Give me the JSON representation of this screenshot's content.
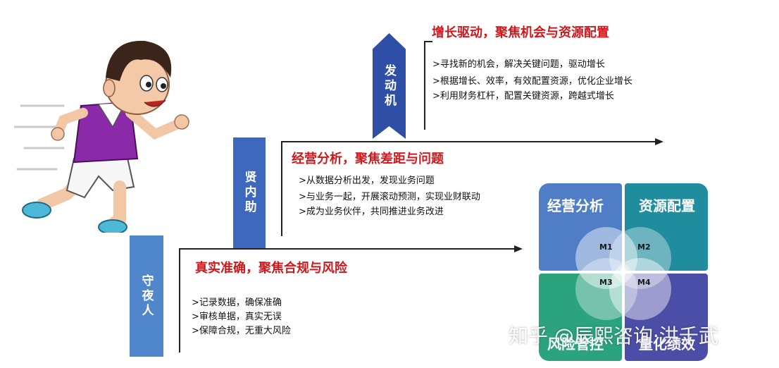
{
  "stages": {
    "night_watch": {
      "label": "守夜人",
      "heading": "真实准确，聚焦合规与风险",
      "bullets": [
        ">记录数据，确保准确",
        ">审核单据，真实无误",
        ">保障合规，无重大风险"
      ]
    },
    "assistant": {
      "label": "贤内助",
      "heading": "经营分析，聚焦差距与问题",
      "bullets": [
        ">从数据分析出发，发现业务问题",
        ">与业务一起，开展滚动预测，实现业财联动",
        ">成为业务伙伴，共同推进业务改进"
      ]
    },
    "engine": {
      "label": "发动机",
      "heading": "增长驱动，聚焦机会与资源配置",
      "bullets": [
        ">寻找新的机会，解决关键问题，驱动增长",
        ">根据增长、效率，有效配置资源，优化企业增长",
        ">利用财务杠杆，配置关键资源，跨越式增长"
      ]
    }
  },
  "matrix": {
    "quadrants": [
      "经营分析",
      "资源配置",
      "风险管控",
      "量化绩效"
    ],
    "markers": [
      "M1",
      "M2",
      "M3",
      "M4"
    ]
  },
  "watermark": "知乎 @辰熙咨询·洪千武",
  "colors": {
    "heading_red": "#d0171c",
    "pillar1": "#4f86cc",
    "pillar2": "#3e68bd",
    "pillar3": "#2f4fa6",
    "q1": "#4f7ec7",
    "q2": "#1f8d9e",
    "q3": "#2ba47e",
    "q4": "#4b4ea6"
  },
  "icons": {
    "character": "running-man-illustration"
  }
}
